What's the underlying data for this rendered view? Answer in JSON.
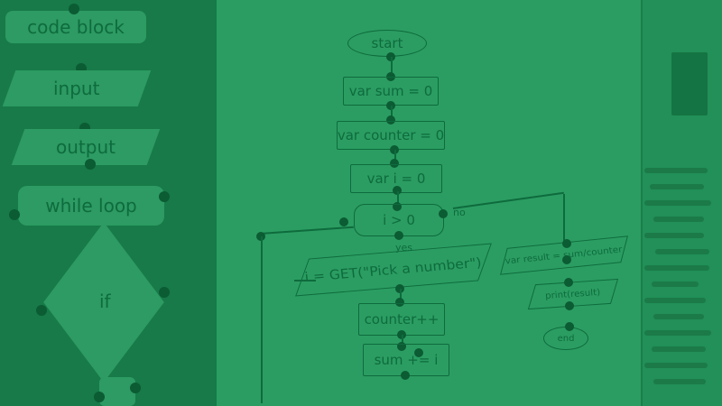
{
  "palette": {
    "items": [
      {
        "id": "code_block",
        "label": "code block"
      },
      {
        "id": "input",
        "label": "input"
      },
      {
        "id": "output",
        "label": "output"
      },
      {
        "id": "while_loop",
        "label": "while loop"
      },
      {
        "id": "if",
        "label": "if"
      }
    ]
  },
  "flowchart": {
    "start": "start",
    "sum_init": "var sum = 0",
    "counter_init": "var counter = 0",
    "i_init": "var i = 0",
    "condition": "i > 0",
    "no_label": "no",
    "yes_label": "yes",
    "get_input": "i = GET(\"Pick a number\")",
    "counter_inc": "counter++",
    "sum_add": "sum += i",
    "result": "var result = sum/counter",
    "print": "print(result)",
    "end": "end"
  }
}
